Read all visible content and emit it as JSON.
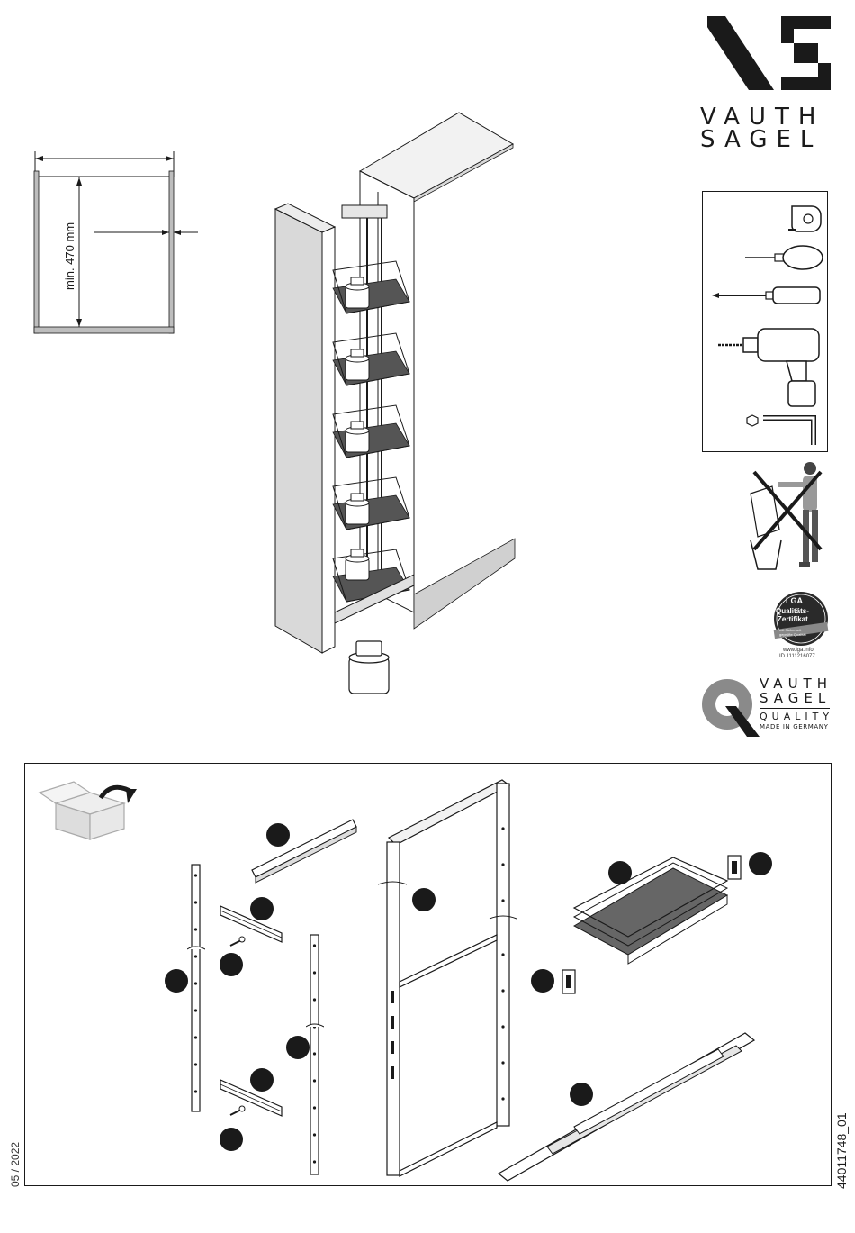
{
  "brand": {
    "line1": "VAUTH",
    "line2": "SAGEL"
  },
  "dimension": {
    "label": "min. 470 mm"
  },
  "certification": {
    "lga": "LGA",
    "line1": "Qualitäts-",
    "line2": "Zertifikat",
    "ribbon1": "mit Sicherheit",
    "ribbon2": "geprüfte Qualität",
    "site": "www.lga.info",
    "id": "ID 1111216077"
  },
  "quality": {
    "brand1": "VAUTH",
    "brand2": "SAGEL",
    "word": "QUALITY",
    "made": "MADE IN GERMANY"
  },
  "footer": {
    "date": "05 / 2022",
    "code": "44011748_01"
  },
  "icons": {
    "tools": [
      "tape-measure-icon",
      "awl-icon",
      "screwdriver-icon",
      "cordless-drill-icon",
      "allen-key-icon"
    ],
    "warnings": [
      "no-disposal-icon"
    ],
    "parts": [
      "box-unpack-icon"
    ]
  }
}
